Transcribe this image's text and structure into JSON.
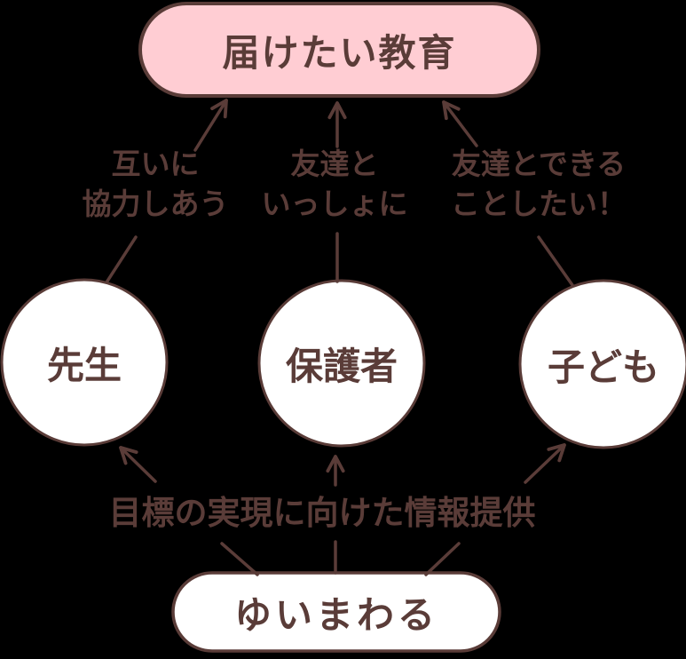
{
  "diagram": {
    "title_hint": "education-support-flow",
    "colors": {
      "background": "#000000",
      "ink_brown": "#5A3C38",
      "goal_pink": "#FFCDD3",
      "node_white": "#FFFFFF"
    },
    "goal_box": {
      "label": "届けたい教育"
    },
    "relations": [
      {
        "line1": "互いに",
        "line2": "協力しあう"
      },
      {
        "line1": "友達と",
        "line2": "いっしょに"
      },
      {
        "line1": "友達とできる",
        "line2": "ことしたい！"
      }
    ],
    "actors": [
      {
        "label": "先生"
      },
      {
        "label": "保護者"
      },
      {
        "label": "子ども"
      }
    ],
    "provision_text": "目標の実現に向けた情報提供",
    "source_box": {
      "label": "ゆいまわる"
    }
  }
}
